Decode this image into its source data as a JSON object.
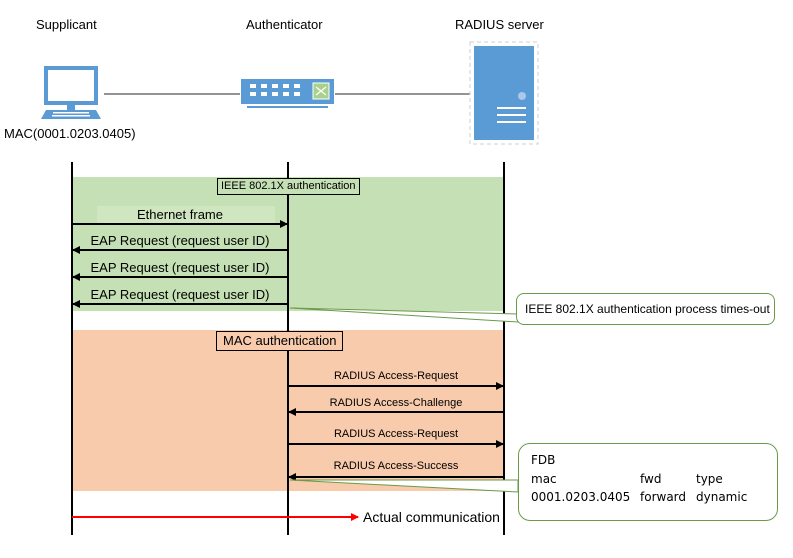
{
  "nodes": {
    "supplicant": {
      "label": "Supplicant",
      "mac": "MAC(0001.0203.0405)",
      "icon": "laptop-icon"
    },
    "authenticator": {
      "label": "Authenticator",
      "icon": "switch-icon"
    },
    "radius": {
      "label": "RADIUS server",
      "icon": "server-icon"
    }
  },
  "phases": [
    {
      "label": "IEEE 802.1X authentication",
      "color": "#c5e0b4"
    },
    {
      "label": "MAC authentication",
      "color": "#f8cbad"
    }
  ],
  "messages_8021x": [
    {
      "label": "Ethernet frame",
      "from": "supplicant",
      "to": "authenticator"
    },
    {
      "label": "EAP Request (request user ID)",
      "from": "authenticator",
      "to": "supplicant"
    },
    {
      "label": "EAP Request (request user ID)",
      "from": "authenticator",
      "to": "supplicant"
    },
    {
      "label": "EAP Request (request user ID)",
      "from": "authenticator",
      "to": "supplicant"
    }
  ],
  "messages_mac": [
    {
      "label": "RADIUS Access-Request",
      "from": "authenticator",
      "to": "radius"
    },
    {
      "label": "RADIUS Access-Challenge",
      "from": "radius",
      "to": "authenticator"
    },
    {
      "label": "RADIUS Access-Request",
      "from": "authenticator",
      "to": "radius"
    },
    {
      "label": "RADIUS Access-Success",
      "from": "radius",
      "to": "authenticator"
    }
  ],
  "callouts": {
    "timeout": "IEEE 802.1X authentication process times-out",
    "fdb": {
      "title": "FDB",
      "headers": [
        "mac",
        "fwd",
        "type"
      ],
      "row": [
        "0001.0203.0405",
        "forward",
        "dynamic"
      ]
    }
  },
  "actual": {
    "label": "Actual communication",
    "color": "#ff0000"
  }
}
